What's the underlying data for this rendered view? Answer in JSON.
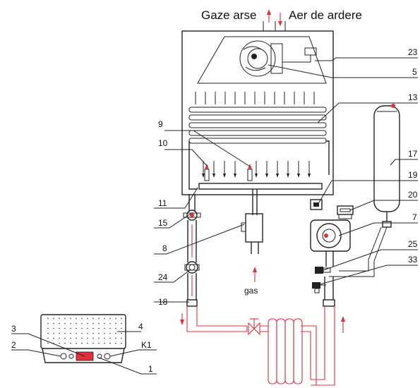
{
  "header": {
    "flue_gas": "Gaze arse",
    "combustion_air": "Aer de ardere"
  },
  "gas_label": "gas",
  "callouts": [
    "23",
    "5",
    "13",
    "9",
    "10",
    "17",
    "19",
    "20",
    "11",
    "7",
    "15",
    "25",
    "8",
    "33",
    "24",
    "18"
  ],
  "panel_callouts": [
    "3",
    "4",
    "2",
    "K1",
    "1"
  ],
  "colors": {
    "line": "#222222",
    "water_flow": "#e0303a",
    "display": "#e0303a"
  }
}
